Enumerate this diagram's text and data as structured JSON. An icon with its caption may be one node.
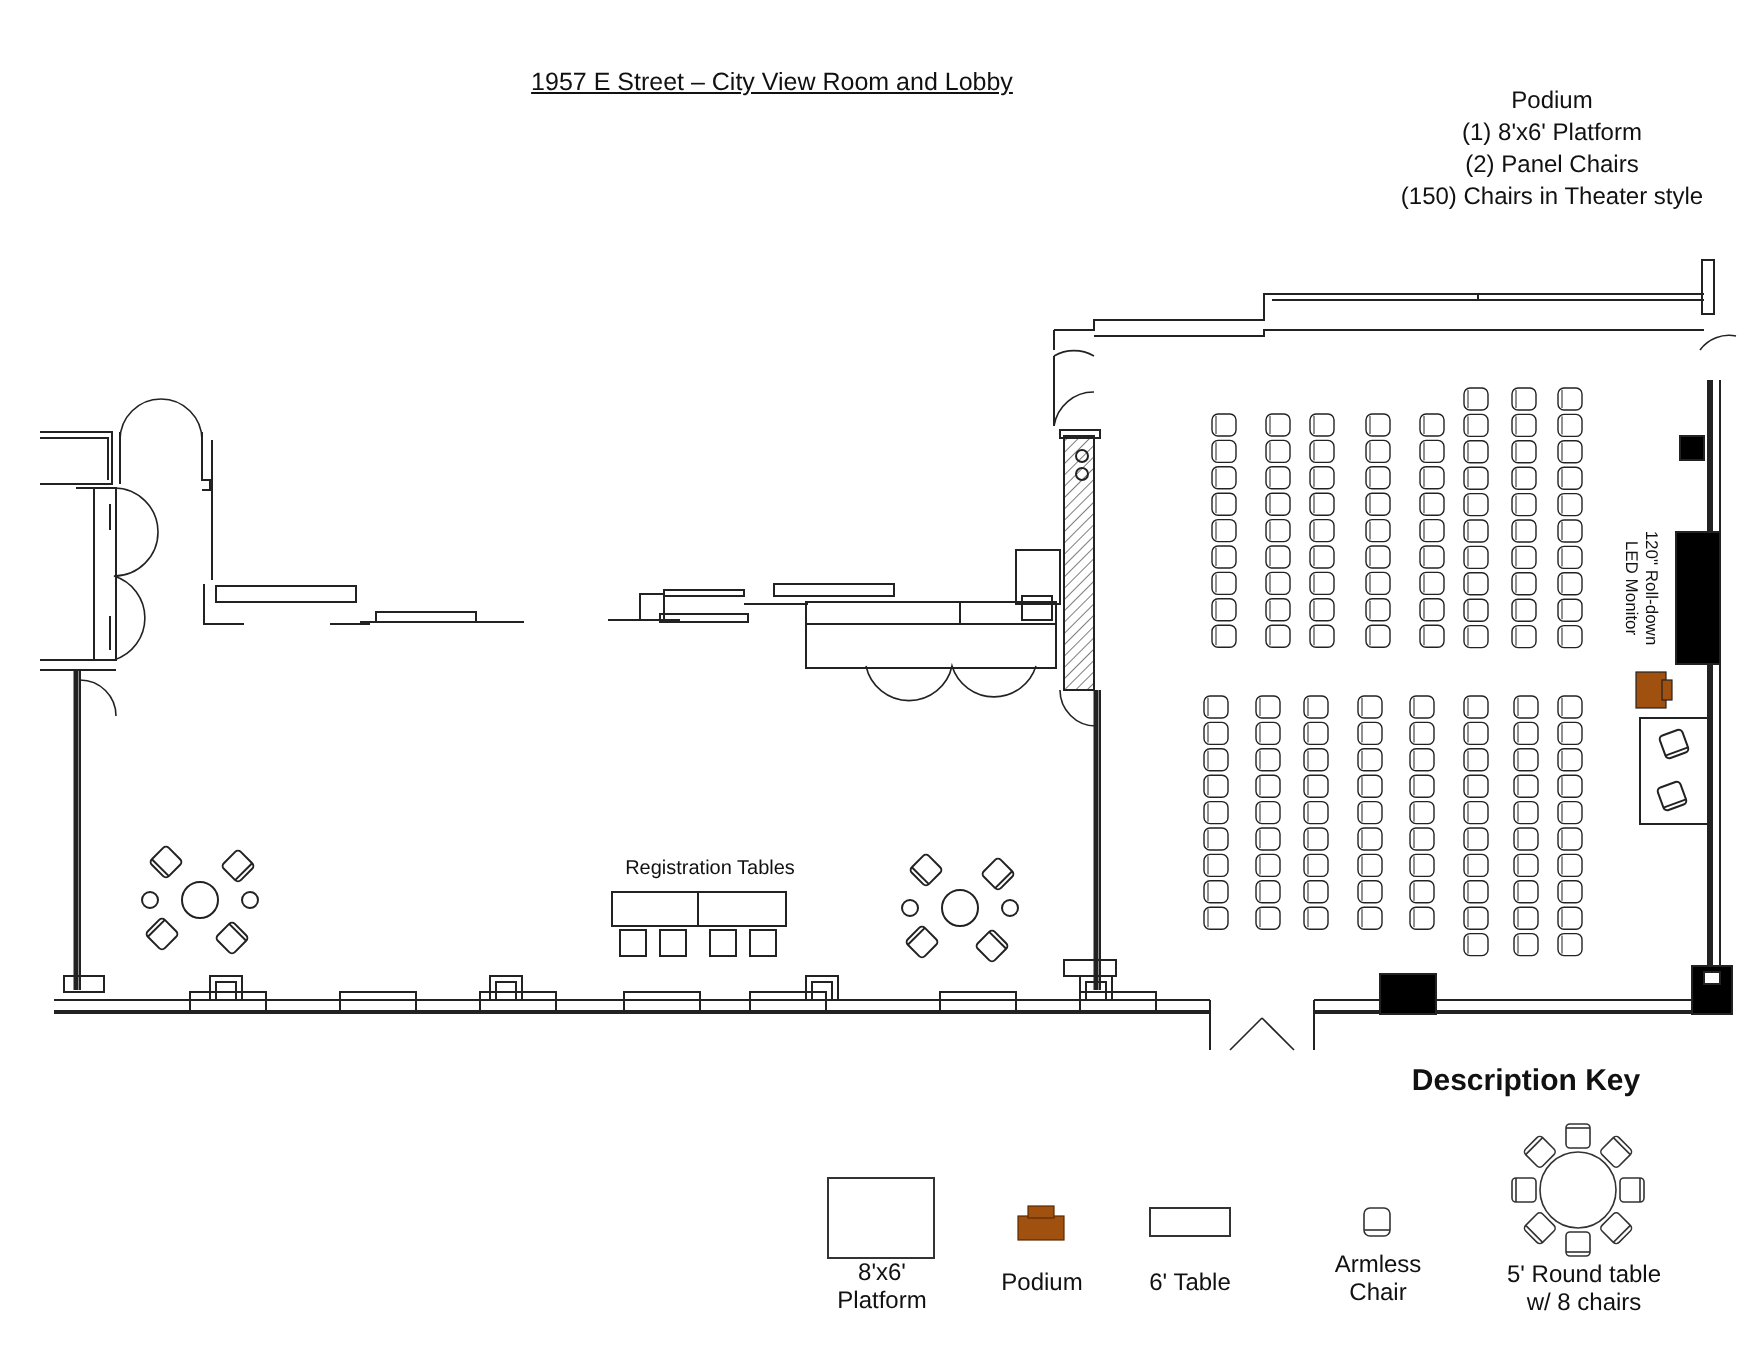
{
  "diagram": {
    "title": "1957 E Street – City View Room and Lobby",
    "labels": [
      "Podium",
      "(1) 8'x6' Platform",
      "(2) Panel Chairs",
      "(150) Chairs in Theater style",
      "Registration Tables",
      "120\" Roll-down LED Monitor",
      "Description Key"
    ],
    "legend": [
      {
        "text": "8'x6' Platform"
      },
      {
        "text": "Podium"
      },
      {
        "text": "6' Table"
      },
      {
        "text": "Armless Chair"
      },
      {
        "text": "5' Round table w/ 8 chairs"
      }
    ]
  }
}
